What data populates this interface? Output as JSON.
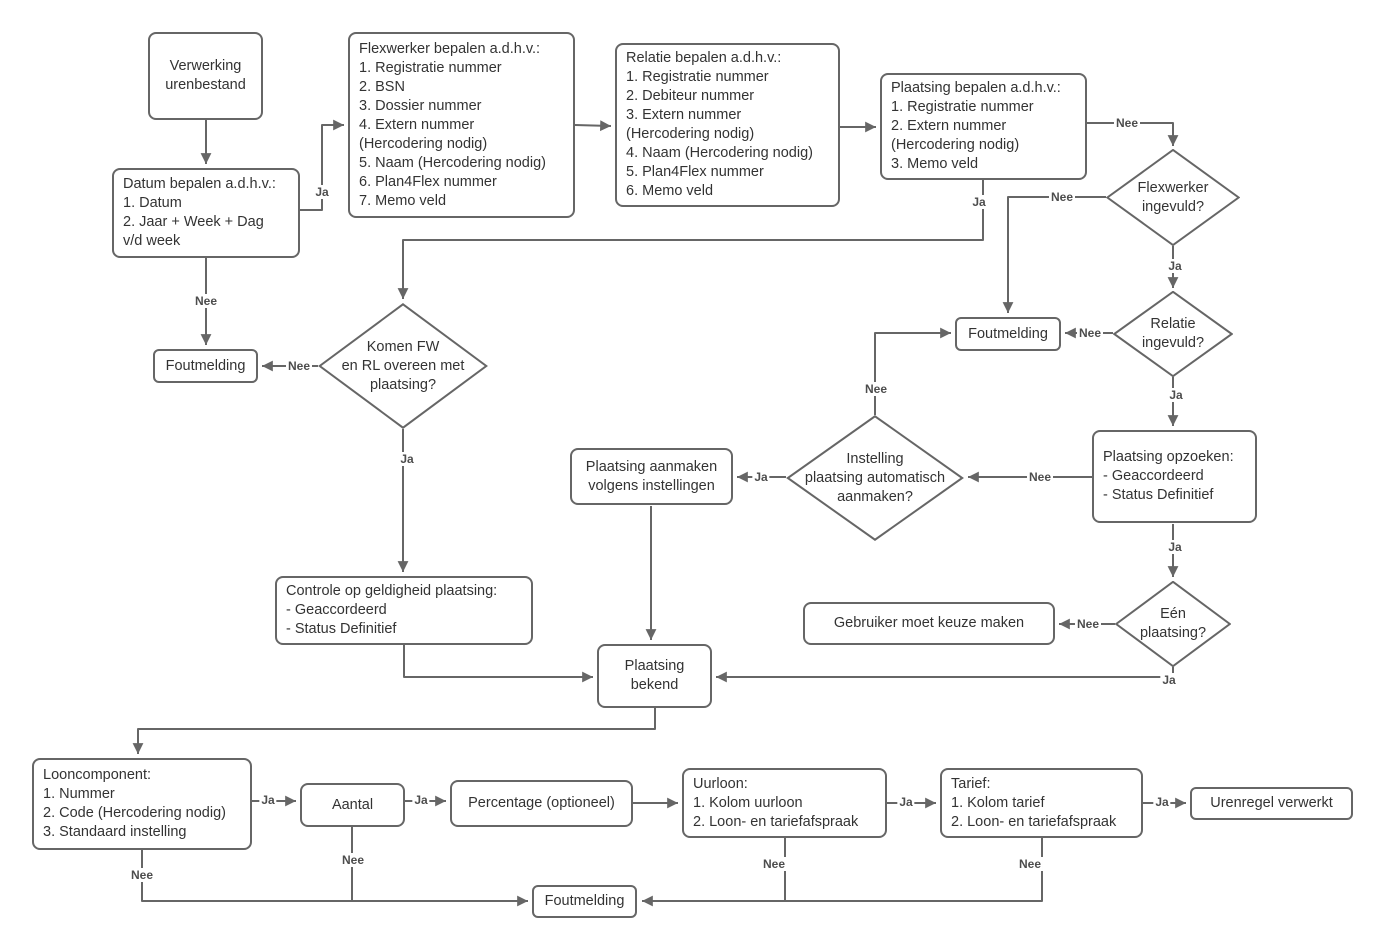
{
  "diagram": {
    "type": "flowchart",
    "language": "nl",
    "colors": {
      "node_border": "#666666",
      "connector": "#666666",
      "node_text": "#333333",
      "edge_label_text": "#4d4d4d",
      "background": "#ffffff"
    },
    "nodes": {
      "verwerking_urenbestand": {
        "label": "Verwerking\nurenbestand",
        "shape": "box"
      },
      "datum_bepalen": {
        "label": "Datum bepalen a.d.h.v.:\n1. Datum\n2. Jaar + Week + Dag\nv/d week",
        "shape": "box"
      },
      "flexwerker_bepalen": {
        "label": "Flexwerker bepalen a.d.h.v.:\n1. Registratie nummer\n2. BSN\n3. Dossier nummer\n4. Extern nummer\n(Hercodering nodig)\n5. Naam (Hercodering nodig)\n6. Plan4Flex nummer\n7. Memo veld",
        "shape": "box"
      },
      "relatie_bepalen": {
        "label": "Relatie bepalen a.d.h.v.:\n1. Registratie nummer\n2. Debiteur nummer\n3. Extern nummer\n(Hercodering nodig)\n4. Naam (Hercodering nodig)\n5. Plan4Flex nummer\n6. Memo veld",
        "shape": "box"
      },
      "plaatsing_bepalen": {
        "label": "Plaatsing bepalen a.d.h.v.:\n1. Registratie nummer\n2. Extern nummer\n(Hercodering nodig)\n3. Memo veld",
        "shape": "box"
      },
      "flexwerker_ingevuld": {
        "label": "Flexwerker\ningevuld?",
        "shape": "diamond"
      },
      "relatie_ingevuld": {
        "label": "Relatie\ningevuld?",
        "shape": "diamond"
      },
      "foutmelding_top": {
        "label": "Foutmelding",
        "shape": "box"
      },
      "komen_fw_rl": {
        "label": "Komen FW\nen RL overeen met\nplaatsing?",
        "shape": "diamond"
      },
      "foutmelding_left": {
        "label": "Foutmelding",
        "shape": "box"
      },
      "instelling_plaatsing": {
        "label": "Instelling\nplaatsing automatisch\naanmaken?",
        "shape": "diamond"
      },
      "plaatsing_aanmaken": {
        "label": "Plaatsing aanmaken\nvolgens instellingen",
        "shape": "box"
      },
      "plaatsing_opzoeken": {
        "label": "Plaatsing opzoeken:\n- Geaccordeerd\n- Status Definitief",
        "shape": "box"
      },
      "een_plaatsing": {
        "label": "Eén\nplaatsing?",
        "shape": "diamond"
      },
      "gebruiker_keuze": {
        "label": "Gebruiker moet keuze maken",
        "shape": "box"
      },
      "controle_geldigheid": {
        "label": "Controle op geldigheid plaatsing:\n- Geaccordeerd\n- Status Definitief",
        "shape": "box"
      },
      "plaatsing_bekend": {
        "label": "Plaatsing\nbekend",
        "shape": "box"
      },
      "looncomponent": {
        "label": "Looncomponent:\n1. Nummer\n2. Code (Hercodering nodig)\n3. Standaard instelling",
        "shape": "box"
      },
      "aantal": {
        "label": "Aantal",
        "shape": "box"
      },
      "percentage": {
        "label": "Percentage (optioneel)",
        "shape": "box"
      },
      "uurloon": {
        "label": "Uurloon:\n1. Kolom uurloon\n2. Loon- en tariefafspraak",
        "shape": "box"
      },
      "tarief": {
        "label": "Tarief:\n1. Kolom tarief\n2. Loon- en tariefafspraak",
        "shape": "box"
      },
      "urenregel_verwerkt": {
        "label": "Urenregel verwerkt",
        "shape": "box"
      },
      "foutmelding_bottom": {
        "label": "Foutmelding",
        "shape": "box"
      }
    },
    "edges": {
      "datum_ja": "Ja",
      "datum_nee": "Nee",
      "plaatsing_bepalen_nee": "Nee",
      "plaatsing_bepalen_ja": "Ja",
      "flexwerker_ingevuld_nee": "Nee",
      "flexwerker_ingevuld_ja": "Ja",
      "relatie_ingevuld_nee": "Nee",
      "relatie_ingevuld_ja": "Ja",
      "plaatsing_opzoeken_nee": "Nee",
      "plaatsing_opzoeken_ja": "Ja",
      "instelling_nee": "Nee",
      "instelling_ja": "Ja",
      "een_plaatsing_nee": "Nee",
      "een_plaatsing_ja": "Ja",
      "komen_fw_nee": "Nee",
      "komen_fw_ja": "Ja",
      "looncomponent_ja": "Ja",
      "looncomponent_nee": "Nee",
      "aantal_ja": "Ja",
      "aantal_nee": "Nee",
      "uurloon_ja": "Ja",
      "uurloon_nee": "Nee",
      "tarief_ja": "Ja",
      "tarief_nee": "Nee"
    }
  }
}
